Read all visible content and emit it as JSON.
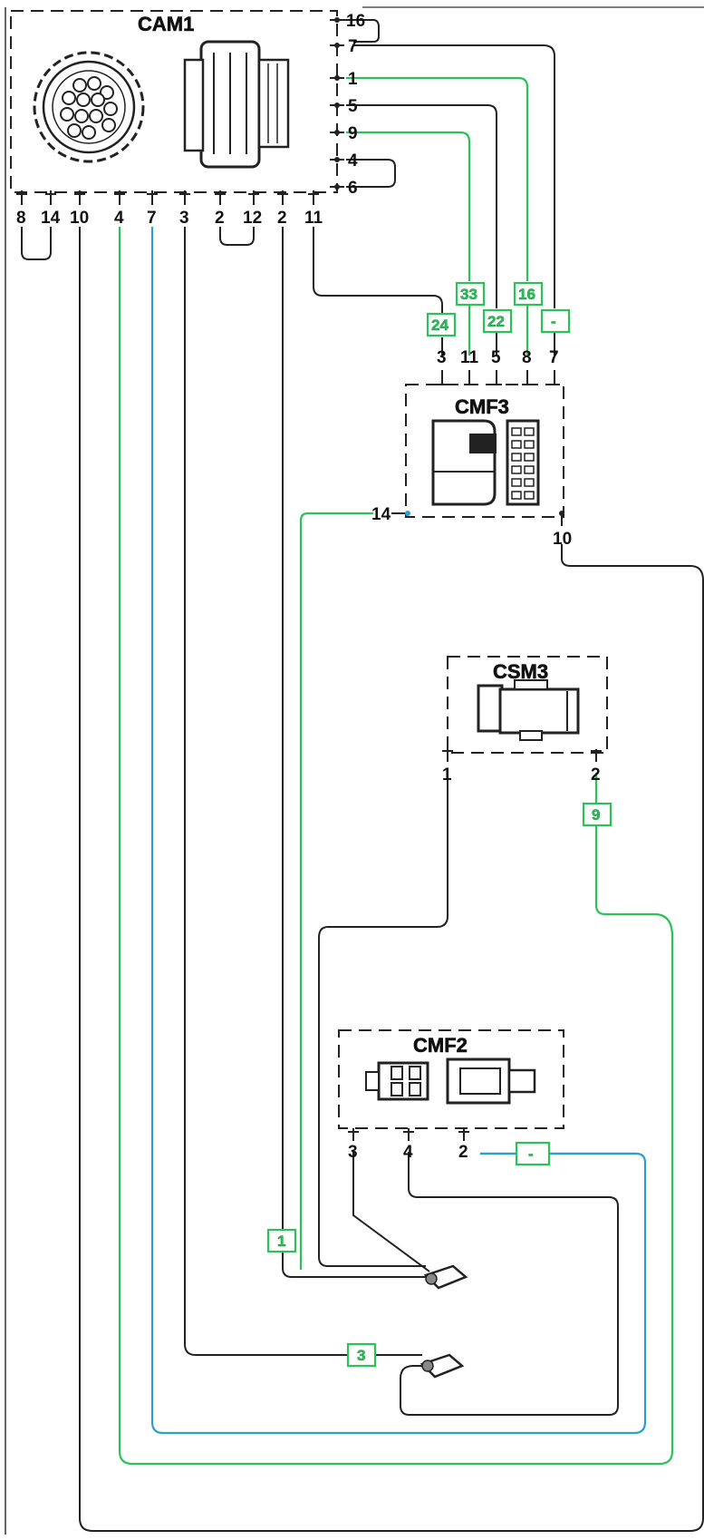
{
  "connectors": {
    "cam1": {
      "name": "CAM1",
      "right_pins": [
        "16",
        "7",
        "1",
        "5",
        "9",
        "4",
        "6"
      ],
      "bottom_pins": [
        "8",
        "14",
        "10",
        "4",
        "7",
        "3",
        "2",
        "12",
        "2",
        "11"
      ]
    },
    "cmf3": {
      "name": "CMF3",
      "top_pins": [
        "3",
        "11",
        "5",
        "8",
        "7"
      ],
      "pin_left": "14",
      "pin_right": "10"
    },
    "csm3": {
      "name": "CSM3",
      "pins": [
        "1",
        "2"
      ]
    },
    "cmf2": {
      "name": "CMF2",
      "pins": [
        "3",
        "4",
        "2"
      ]
    }
  },
  "wire_tags": [
    "33",
    "16",
    "22",
    "24",
    "-",
    "9",
    "-",
    "1",
    "3"
  ],
  "colors": {
    "wire_black": "#222222",
    "wire_green": "#2bc25a",
    "wire_blue": "#2a9fd0"
  }
}
